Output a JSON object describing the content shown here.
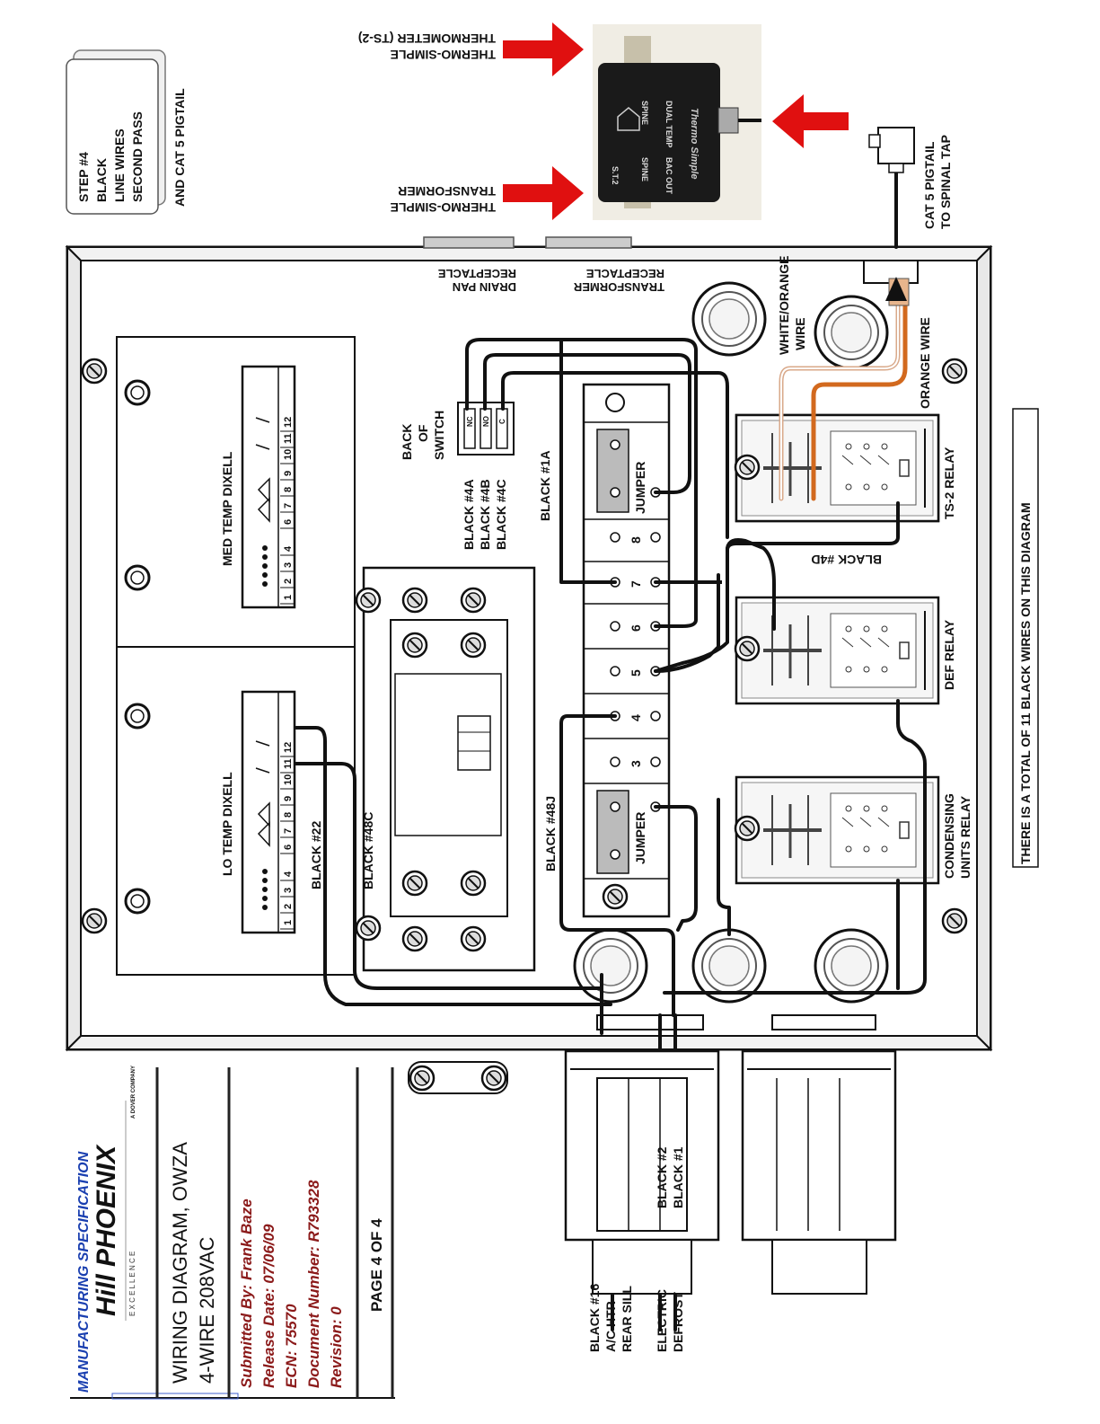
{
  "step_card": {
    "line1": "STEP #4",
    "line2": "BLACK",
    "line3": "LINE WIRES",
    "line4": "SECOND PASS",
    "subtitle": "AND CAT 5 PIGTAIL"
  },
  "thermo": {
    "label_top_1": "THERMO-SIMPLE",
    "label_top_2": "THERMOMETER (TS-2)",
    "label_bottom_1": "THERMO-SIMPLE",
    "label_bottom_2": "TRANSFORMER",
    "device_text_1": "SPINE",
    "device_text_2": "DUAL TEMP",
    "device_text_3": "BAC OUT",
    "device_text_4": "SPINE",
    "device_text_5": "S.T.2",
    "device_script": "Thermo Simple"
  },
  "cat5": {
    "line1": "CAT 5 PIGTAIL",
    "line2": "TO SPINAL TAP"
  },
  "receptacles": {
    "drain_1": "DRAIN PAN",
    "drain_2": "RECEPTACLE",
    "transformer_1": "TRANSFORMER",
    "transformer_2": "RECEPTACLE"
  },
  "wires": {
    "white_orange_1": "WHITE/ORANGE",
    "white_orange_2": "WIRE",
    "orange": "ORANGE WIRE",
    "black_4d": "BLACK #4D",
    "black_1a": "BLACK #1A",
    "black_4a": "BLACK #4A",
    "black_4b": "BLACK #4B",
    "black_4c": "BLACK #4C",
    "black_48j": "BLACK #48J",
    "black_48c": "BLACK #48C",
    "black_22": "BLACK #22",
    "black_2": "BLACK #2",
    "black_1": "BLACK #1",
    "black_16": "BLACK #16",
    "ac_htr": "A/C HTR",
    "rear_sill": "REAR SILL",
    "electric": "ELECTRIC",
    "defrost": "DEFROST"
  },
  "switch": {
    "back_1": "BACK",
    "back_2": "OF",
    "back_3": "SWITCH",
    "nc": "NC",
    "no": "NO",
    "c": "C"
  },
  "terminal_block": {
    "jumper_top": "JUMPER",
    "jumper_bottom": "JUMPER",
    "numbers": [
      "8",
      "7",
      "6",
      "5",
      "4",
      "3"
    ]
  },
  "relays": {
    "ts2": "TS-2 RELAY",
    "def": "DEF RELAY",
    "cond_1": "CONDENSING",
    "cond_2": "UNITS RELAY"
  },
  "dixell": {
    "med": "MED TEMP DIXELL",
    "lo": "LO TEMP DIXELL",
    "pins": [
      "1",
      "2",
      "3",
      "4",
      "6",
      "7",
      "8",
      "9",
      "10",
      "11",
      "12"
    ]
  },
  "total_note": "THERE IS A TOTAL OF 11 BLACK WIRES ON THIS DIAGRAM",
  "title_block": {
    "spec": "MANUFACTURING SPECIFICATION",
    "brand": "Hill PHOENIX",
    "excellence": "E X C E L L E N C E",
    "dover": "A DOVER COMPANY",
    "title_1": "WIRING DIAGRAM, OWZA",
    "title_2": "4-WIRE 208VAC",
    "submitted": "Submitted By:  Frank Baze",
    "release": "Release Date:  07/06/09",
    "ecn": "ECN:  75570",
    "doc": "Document Number:  R793328",
    "revision": "Revision:  0",
    "page": "PAGE 4 OF 4"
  },
  "colors": {
    "title_blue": "#1a3fb0",
    "field_red": "#8b1a1a",
    "orange_wire": "#d2691e",
    "arrow_red": "#e01010"
  }
}
